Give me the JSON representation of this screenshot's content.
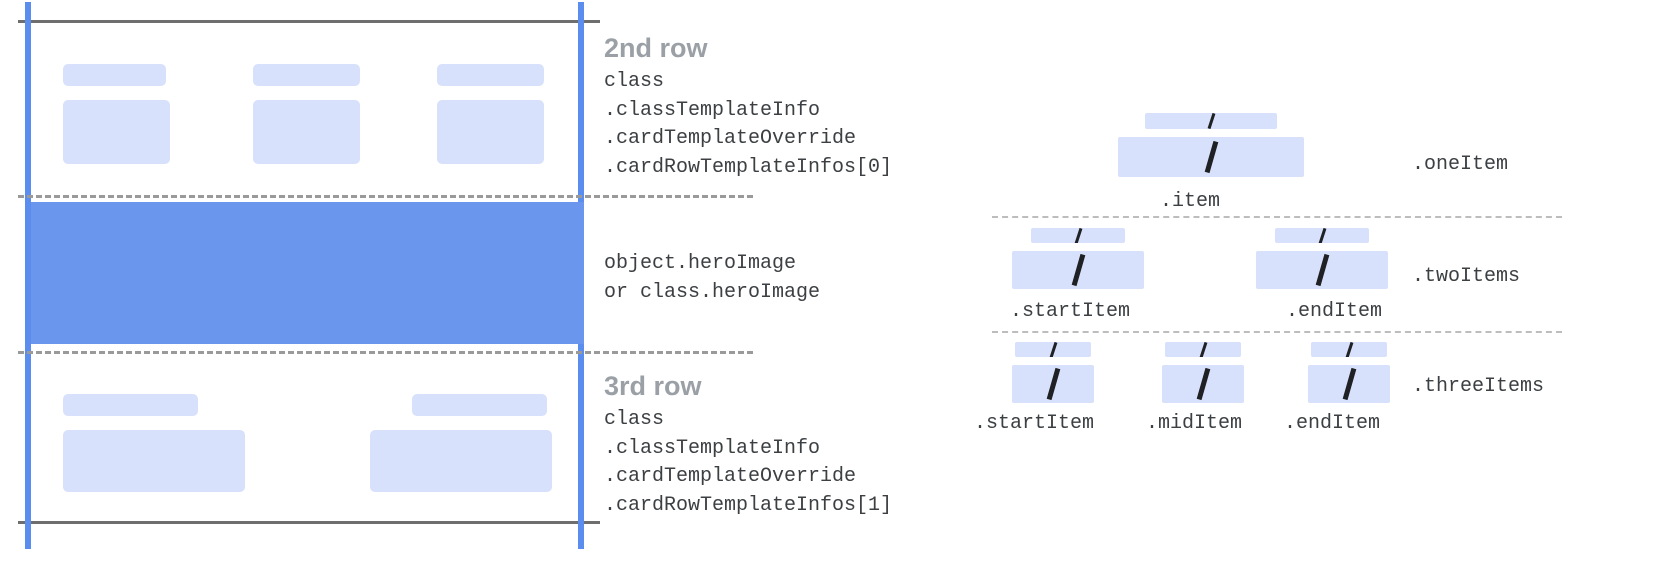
{
  "card_diagram": {
    "row2": {
      "heading": "2nd row",
      "code": "class\n.classTemplateInfo\n.cardTemplateOverride\n.cardRowTemplateInfos[0]"
    },
    "hero": {
      "code": "object.heroImage\nor class.heroImage"
    },
    "row3": {
      "heading": "3rd row",
      "code": "class\n.classTemplateInfo\n.cardTemplateOverride\n.cardRowTemplateInfos[1]"
    }
  },
  "items_diagram": {
    "one": {
      "group_label": ".oneItem",
      "captions": [
        ".item"
      ]
    },
    "two": {
      "group_label": ".twoItems",
      "captions": [
        ".startItem",
        ".endItem"
      ]
    },
    "three": {
      "group_label": ".threeItems",
      "captions": [
        ".startItem",
        ".midItem",
        ".endItem"
      ]
    }
  },
  "colors": {
    "hero_blue": "#6a96ee",
    "placeholder_blue": "#d7e1fb",
    "guide_line": "#5b8dee",
    "rule_gray": "#6e6e6e",
    "heading_gray": "#9aa0a6",
    "code_gray": "#3c4043"
  }
}
